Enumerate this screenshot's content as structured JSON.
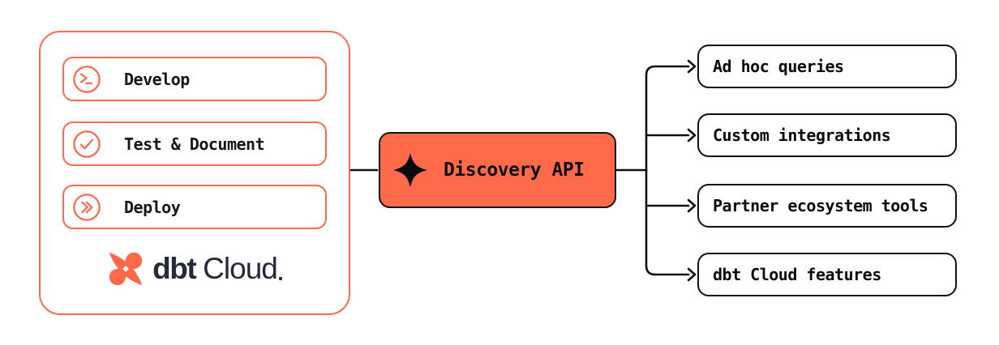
{
  "diagram": {
    "title": "dbt Cloud Discovery API flow diagram",
    "colors": {
      "orange_stroke": "#FF6950",
      "orange_fill": "#FF6A4B",
      "navy_text": "#262A38",
      "wire_black": "#101010",
      "background": "#FFFFFF"
    },
    "left_panel": {
      "items": [
        {
          "label": "Develop",
          "icon": "terminal-prompt-icon"
        },
        {
          "label": "Test & Document",
          "icon": "check-circle-icon"
        },
        {
          "label": "Deploy",
          "icon": "double-chevron-circle-icon"
        }
      ],
      "logo": {
        "brand": "dbt",
        "product": "Cloud"
      }
    },
    "center_node": {
      "label": "Discovery API",
      "icon": "sparkle-icon"
    },
    "outputs": [
      {
        "label": "Ad hoc queries"
      },
      {
        "label": "Custom integrations"
      },
      {
        "label": "Partner ecosystem tools"
      },
      {
        "label": "dbt Cloud features"
      }
    ]
  }
}
